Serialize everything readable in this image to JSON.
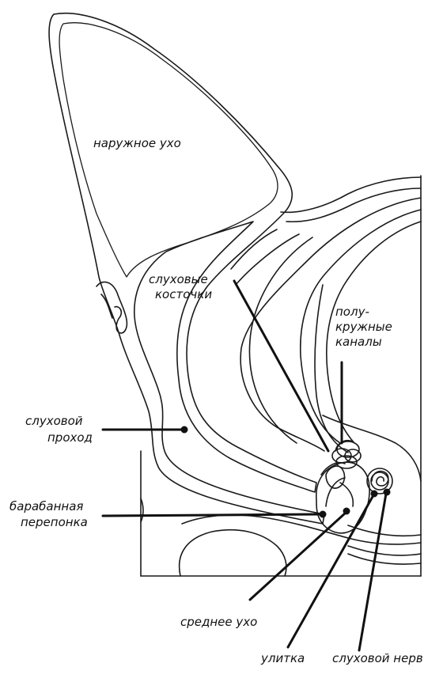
{
  "labels": {
    "outer_ear": "наружное ухо",
    "ossicles_1": "слуховые",
    "ossicles_2": "косточки",
    "semicircular_1": "полу-",
    "semicircular_2": "кружные",
    "semicircular_3": "каналы",
    "ear_canal_1": "слуховой",
    "ear_canal_2": "проход",
    "eardrum_1": "барабанная",
    "eardrum_2": "перепонка",
    "middle_ear": "среднее ухо",
    "cochlea": "улитка",
    "auditory_nerve": "слуховой нерв"
  }
}
